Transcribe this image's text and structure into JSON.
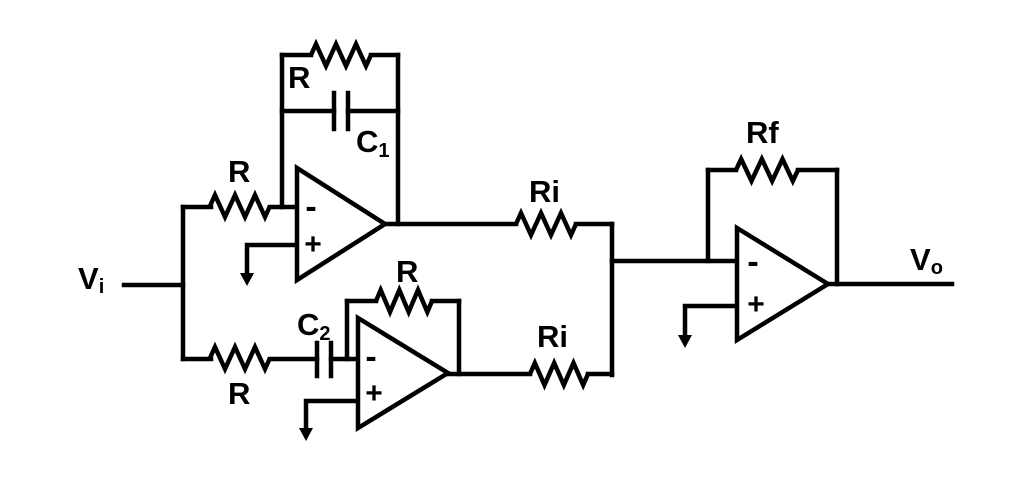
{
  "diagram": {
    "kind": "op-amp analog circuit schematic",
    "colors": {
      "stroke": "#000000",
      "background": "#ffffff"
    }
  },
  "labels": {
    "vi": {
      "base": "V",
      "sub": "i"
    },
    "vo": {
      "base": "V",
      "sub": "o"
    },
    "r_top_feedback": "R",
    "c1": {
      "base": "C",
      "sub": "1"
    },
    "r_top_input": "R",
    "r_bottom_input": "R",
    "c2": {
      "base": "C",
      "sub": "2"
    },
    "r_bottom_feedback": "R",
    "ri_top": "Ri",
    "ri_bottom": "Ri",
    "rf": "Rf"
  },
  "opamps": [
    {
      "id": "opamp-1",
      "inverting_label": "-",
      "noninverting_label": "+"
    },
    {
      "id": "opamp-2",
      "inverting_label": "-",
      "noninverting_label": "+"
    },
    {
      "id": "opamp-3",
      "inverting_label": "-",
      "noninverting_label": "+"
    }
  ]
}
